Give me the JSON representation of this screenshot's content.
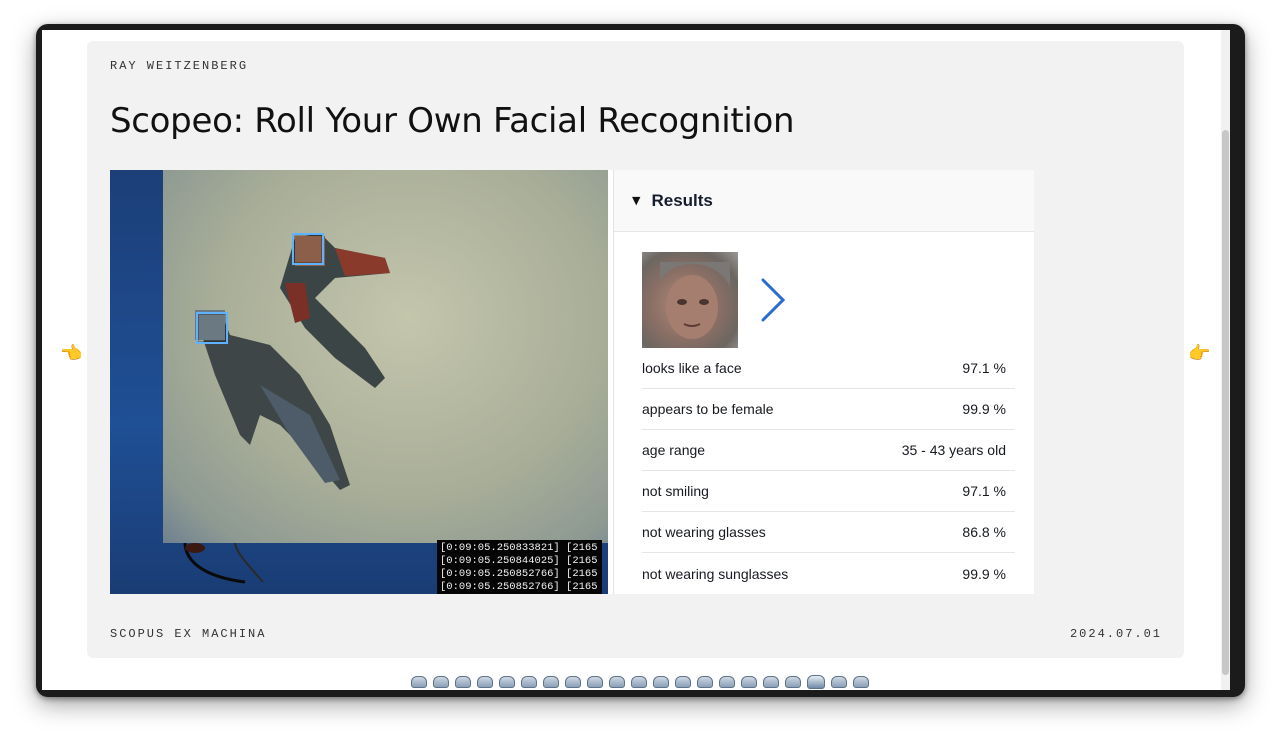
{
  "page": {
    "author": "RAY WEITZENBERG",
    "title": "Scopeo: Roll Your Own Facial Recognition",
    "footer_left": "SCOPUS EX MACHINA",
    "footer_right": "2024.07.01"
  },
  "terminal": {
    "lines": [
      "[0:09:05.250833821] [2165",
      "[0:09:05.250844025] [2165",
      "[0:09:05.250852766] [2165",
      "[0:09:05.250852766] [2165"
    ]
  },
  "results": {
    "title": "Results",
    "rows": [
      {
        "label": "looks like a face",
        "value": "97.1 %"
      },
      {
        "label": "appears to be female",
        "value": "99.9 %"
      },
      {
        "label": "age range",
        "value": "35 - 43 years old"
      },
      {
        "label": "not smiling",
        "value": "97.1 %"
      },
      {
        "label": "not wearing glasses",
        "value": "86.8 %"
      },
      {
        "label": "not wearing sunglasses",
        "value": "99.9 %"
      }
    ]
  },
  "icons": {
    "prev": "pointing-left-hand-icon",
    "next": "pointing-right-hand-icon",
    "results_caret": "caret-down-icon",
    "results_next": "chevron-right-icon"
  },
  "pagination": {
    "count": 21,
    "active_index": 18
  },
  "colors": {
    "face_box": "#5fb2ff",
    "chevron": "#2a6bd1",
    "card_bg": "#f2f2f2"
  }
}
